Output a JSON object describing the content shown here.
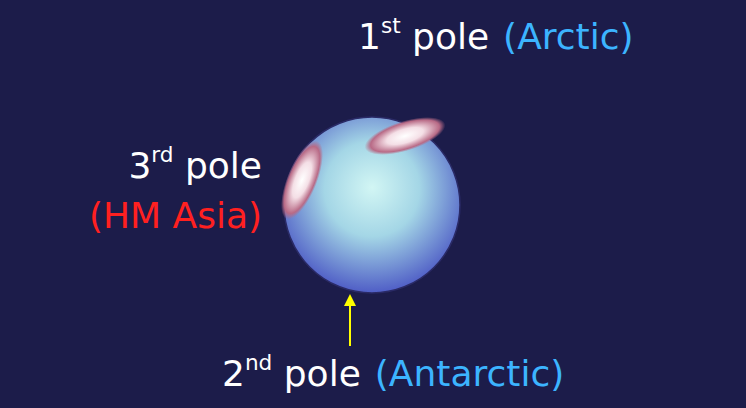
{
  "diagram": {
    "labels": [
      "1st pole",
      "(Arctic)",
      "3rd pole",
      "(HM Asia)",
      "2nd pole",
      "(Antarctic)"
    ]
  }
}
